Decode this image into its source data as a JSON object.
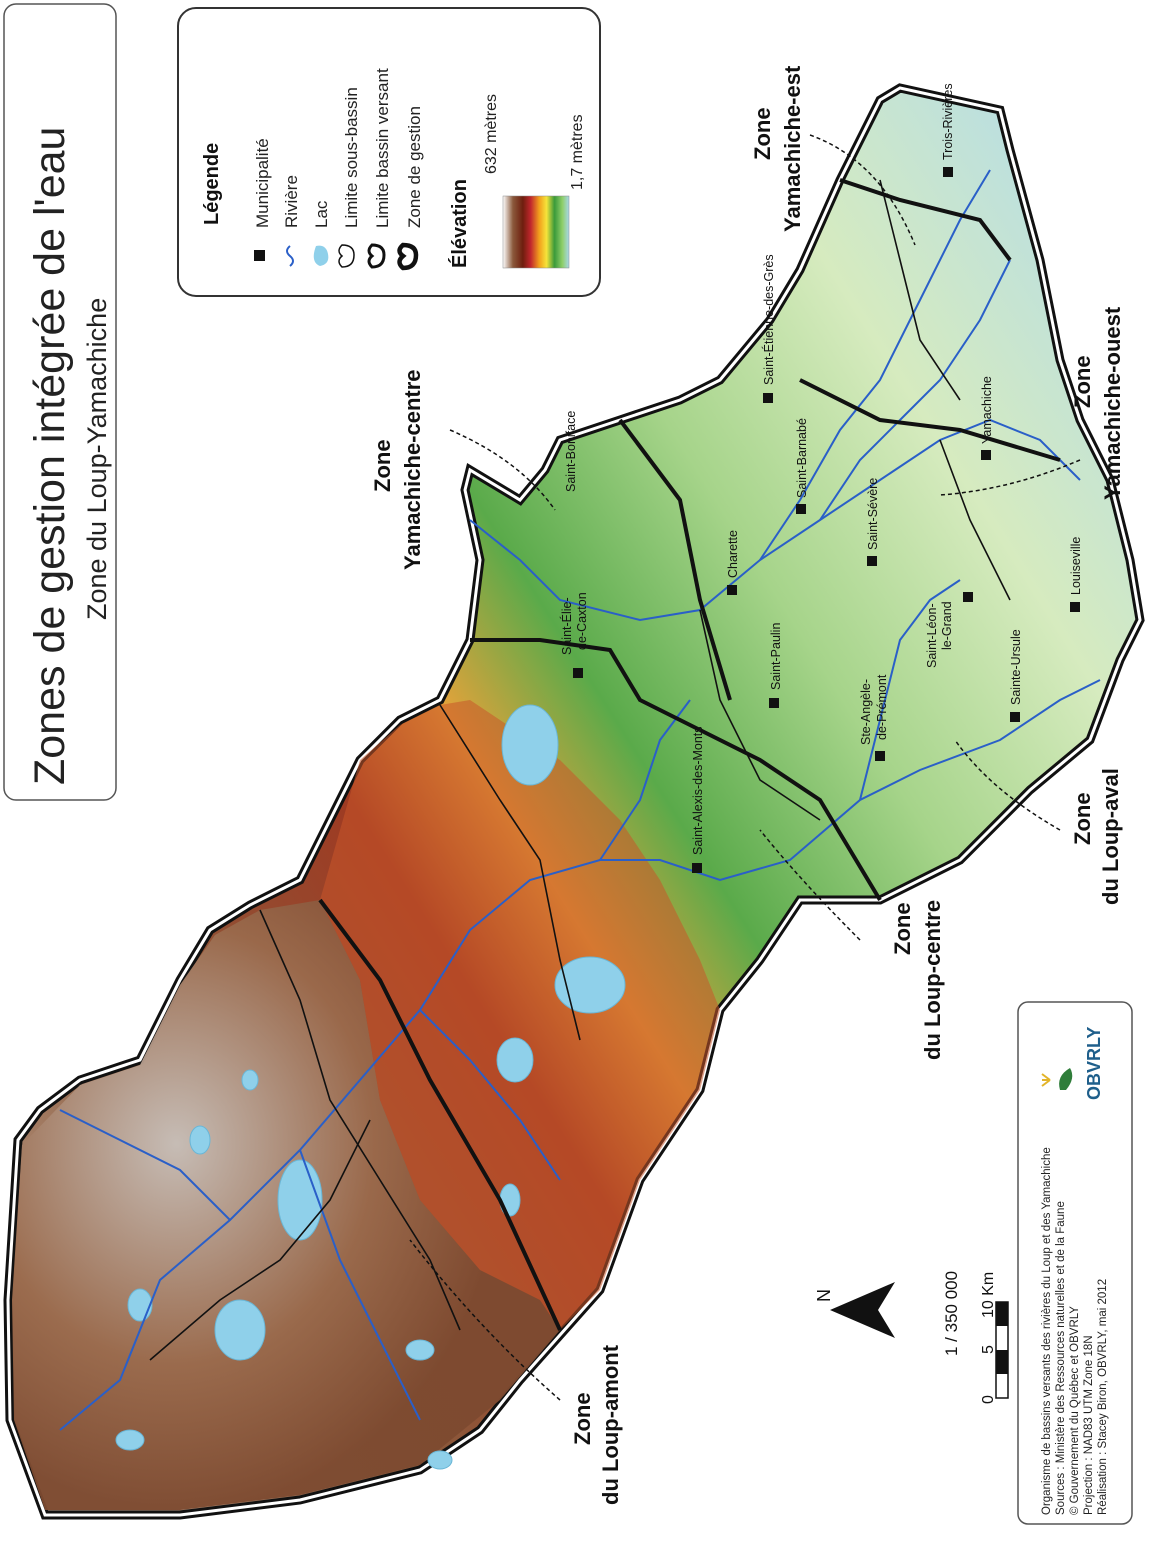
{
  "title": "Zones de gestion intégrée de l'eau",
  "subtitle": "Zone du Loup-Yamachiche",
  "legend": {
    "heading": "Légende",
    "items": [
      {
        "label": "Municipalité",
        "icon": "municipality-square-icon"
      },
      {
        "label": "Rivière",
        "icon": "river-line-icon"
      },
      {
        "label": "Lac",
        "icon": "lake-shape-icon"
      },
      {
        "label": "Limite sous-bassin",
        "icon": "subbasin-outline-icon"
      },
      {
        "label": "Limite bassin versant",
        "icon": "watershed-outline-icon"
      },
      {
        "label": "Zone de gestion",
        "icon": "management-zone-outline-icon"
      }
    ],
    "elevation_heading": "Élévation",
    "elevation_max": "632 mètres",
    "elevation_min": "1,7 mètres",
    "elevation_colors": [
      "#ffffff",
      "#8b5a3c",
      "#6e1e0e",
      "#c1272d",
      "#f2a01c",
      "#f6e43a",
      "#3a9a3a",
      "#8fcf6a",
      "#a8d8e8"
    ]
  },
  "zones": {
    "loup_amont": [
      "Zone",
      "du Loup-amont"
    ],
    "loup_centre": [
      "Zone",
      "du Loup-centre"
    ],
    "loup_aval": [
      "Zone",
      "du Loup-aval"
    ],
    "yamachiche_centre": [
      "Zone",
      "Yamachiche-centre"
    ],
    "yamachiche_est": [
      "Zone",
      "Yamachiche-est"
    ],
    "yamachiche_ouest": [
      "Zone",
      "Yamachiche-ouest"
    ]
  },
  "municipalities": {
    "trois_rivieres": "Trois-Rivières",
    "saint_etienne": "Saint-Étienne-des-Grès",
    "saint_boniface": "Saint-Boniface",
    "saint_barnabe": "Saint-Barnabé",
    "yamachiche": "Yamachiche",
    "saint_severe": "Saint-Sévère",
    "charette": "Charette",
    "saint_elie": [
      "Saint-Élie-",
      "de-Caxton"
    ],
    "saint_paulin": "Saint-Paulin",
    "saint_leon": [
      "Saint-Léon-",
      "le-Grand"
    ],
    "louiseville": "Louiseville",
    "sainte_ursule": "Sainte-Ursule",
    "ste_angele": [
      "Ste-Angèle-",
      "de-Prémont"
    ],
    "saint_alexis": "Saint-Alexis-des-Monts"
  },
  "north_label": "N",
  "scale": {
    "ratio": "1 / 350 000",
    "ticks": [
      "0",
      "5",
      "10 Km"
    ]
  },
  "credits": [
    "Organisme de bassins versants des rivières du Loup et des Yamachiche",
    "Sources :  Ministère des Ressources naturelles et de la Faune",
    "© Gouvernement du Québec et OBVRLY",
    "Projection : NAD83   UTM   Zone 18N",
    "Réalisation : Stacey Biron, OBVRLY, mai 2012"
  ],
  "logo_text": "OBVRLY",
  "colors": {
    "lake": "#8fd0ea",
    "river": "#2a5fc8",
    "high_relief": "#8b5a3c",
    "mid_relief": "#e8b43a",
    "low_relief": "#5aaa4a",
    "plain": "#c8e6b4"
  }
}
